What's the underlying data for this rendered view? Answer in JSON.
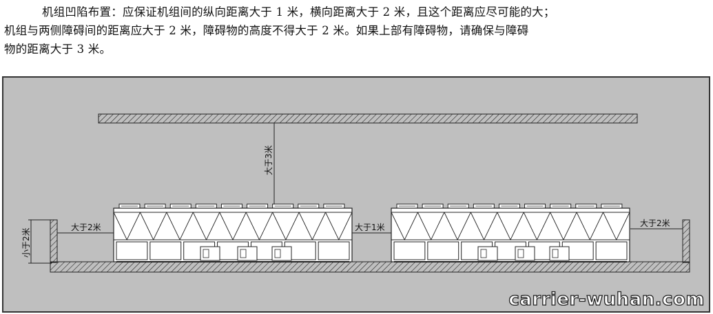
{
  "paragraph": {
    "line1": "机组凹陷布置：应保证机组间的纵向距离大于 1 米，横向距离大于 2 米，且这个距离应尽可能的大；",
    "line2": "机组与两侧障碍间的距离应大于 2 米，障碍物的高度不得大于 2 米。如果上部有障碍物，请确保与障碍",
    "line3": "物的距离大于 3 米。"
  },
  "figure": {
    "label_top": "大于3米",
    "label_left_height": "小于2米",
    "label_left_gap": "大于2米",
    "label_middle_gap": "大于1米",
    "label_right_gap": "大于2米"
  },
  "watermark": "carrier-wuhan.com",
  "colors": {
    "background": "#bfbfbf",
    "unit_fill": "#ffffff",
    "line": "#222222"
  }
}
